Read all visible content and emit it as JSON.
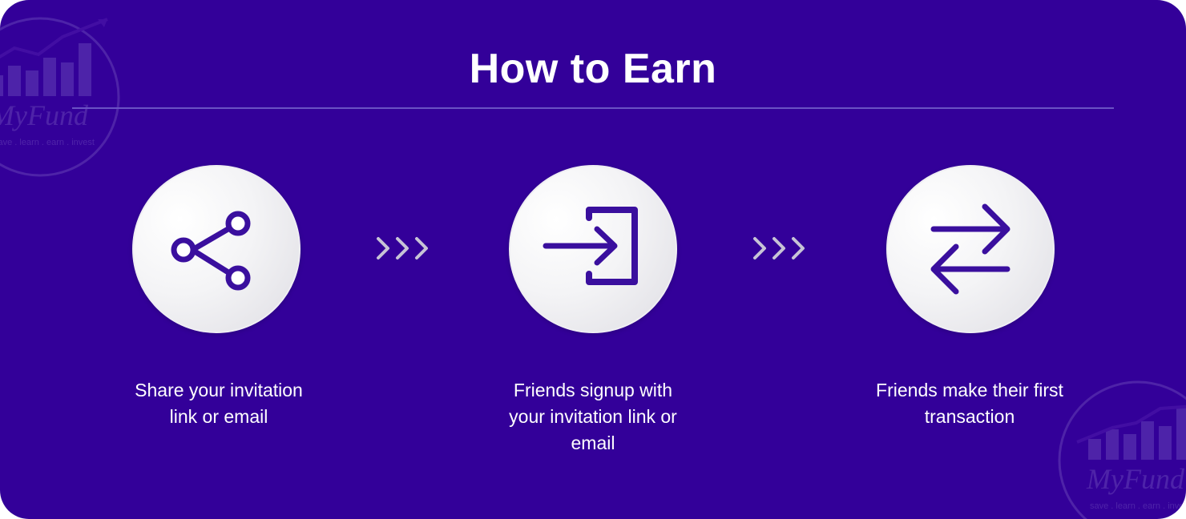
{
  "header": {
    "title": "How to Earn"
  },
  "watermark": {
    "brand": "MyFund",
    "tagline": "save . learn . earn . invest"
  },
  "steps": [
    {
      "icon": "share-icon",
      "label": "Share your invitation link or email"
    },
    {
      "icon": "sign-in-icon",
      "label": "Friends signup with your invitation link or email"
    },
    {
      "icon": "exchange-arrows-icon",
      "label": "Friends make their first transaction"
    }
  ],
  "separators": [
    {
      "icon": "chevrons-right-icon",
      "text": ">>>"
    },
    {
      "icon": "chevrons-right-icon",
      "text": ">>>"
    }
  ],
  "colors": {
    "background": "#330099",
    "icon": "#3a0f9e",
    "text": "#ffffff",
    "separator": "#c7c3d6"
  }
}
